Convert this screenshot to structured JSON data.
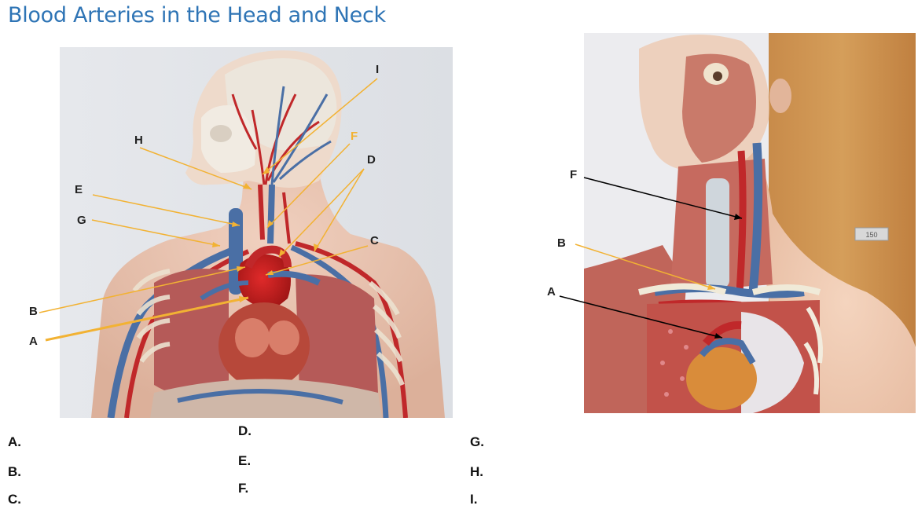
{
  "title": "Blood Arteries in the Head and Neck",
  "colors": {
    "title": "#2e74b5",
    "leader_yellow": "#f2b233",
    "leader_black": "#000000",
    "artery_red": "#c0282a",
    "vein_blue": "#4a6fa5"
  },
  "left_figure": {
    "callouts": [
      {
        "letter": "I",
        "color": "black"
      },
      {
        "letter": "H",
        "color": "black"
      },
      {
        "letter": "F",
        "color": "yellow"
      },
      {
        "letter": "D",
        "color": "black"
      },
      {
        "letter": "E",
        "color": "black"
      },
      {
        "letter": "G",
        "color": "black"
      },
      {
        "letter": "C",
        "color": "black"
      },
      {
        "letter": "B",
        "color": "black"
      },
      {
        "letter": "A",
        "color": "black"
      }
    ]
  },
  "right_figure": {
    "callouts": [
      {
        "letter": "F",
        "leader": "black"
      },
      {
        "letter": "B",
        "leader": "yellow"
      },
      {
        "letter": "A",
        "leader": "black"
      }
    ],
    "door_sign": "150"
  },
  "answer_labels": {
    "col1": [
      "A.",
      "B.",
      "C."
    ],
    "col2": [
      "D.",
      "E.",
      "F."
    ],
    "col3": [
      "G.",
      "H.",
      "I."
    ]
  }
}
